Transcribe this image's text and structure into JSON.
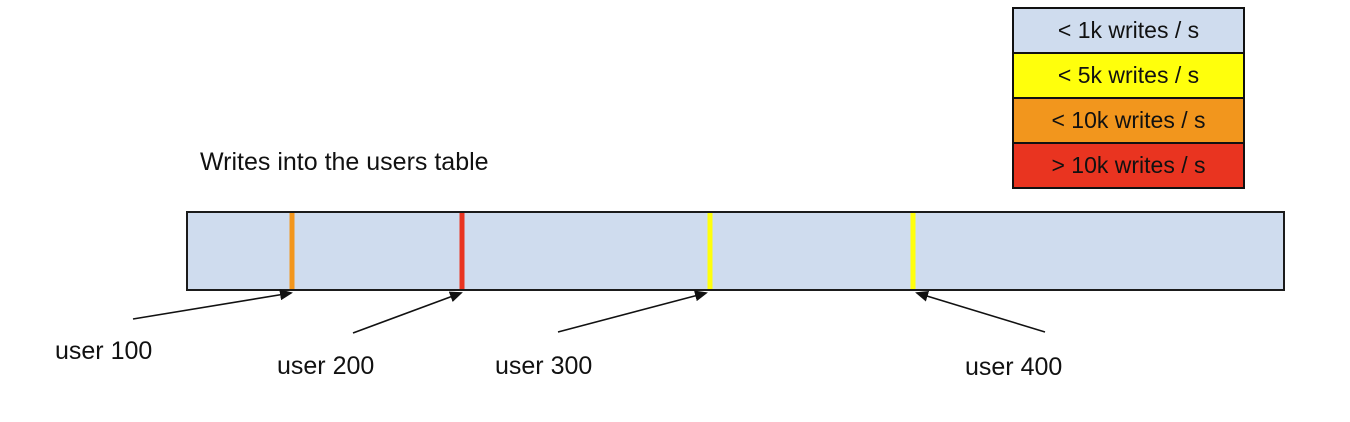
{
  "diagram": {
    "title": "Writes into the users table",
    "bar": {
      "color": "#cfdcee",
      "description_colors": {
        "bar_fill": "#cfdcee",
        "border": "#1b1b1b"
      }
    },
    "legend": [
      {
        "label": "< 1k writes / s",
        "color": "#cfdcee"
      },
      {
        "label": "< 5k writes / s",
        "color": "#ffff0c"
      },
      {
        "label": "< 10k writes / s",
        "color": "#f2961d"
      },
      {
        "label": "> 10k writes / s",
        "color": "#e93420"
      }
    ],
    "markers": [
      {
        "label": "user 100",
        "color": "#f2961d",
        "x_pct": 9.5
      },
      {
        "label": "user 200",
        "color": "#e93420",
        "x_pct": 25.0
      },
      {
        "label": "user 300",
        "color": "#ffff0c",
        "x_pct": 47.7
      },
      {
        "label": "user 400",
        "color": "#ffff0c",
        "x_pct": 66.2
      }
    ]
  }
}
